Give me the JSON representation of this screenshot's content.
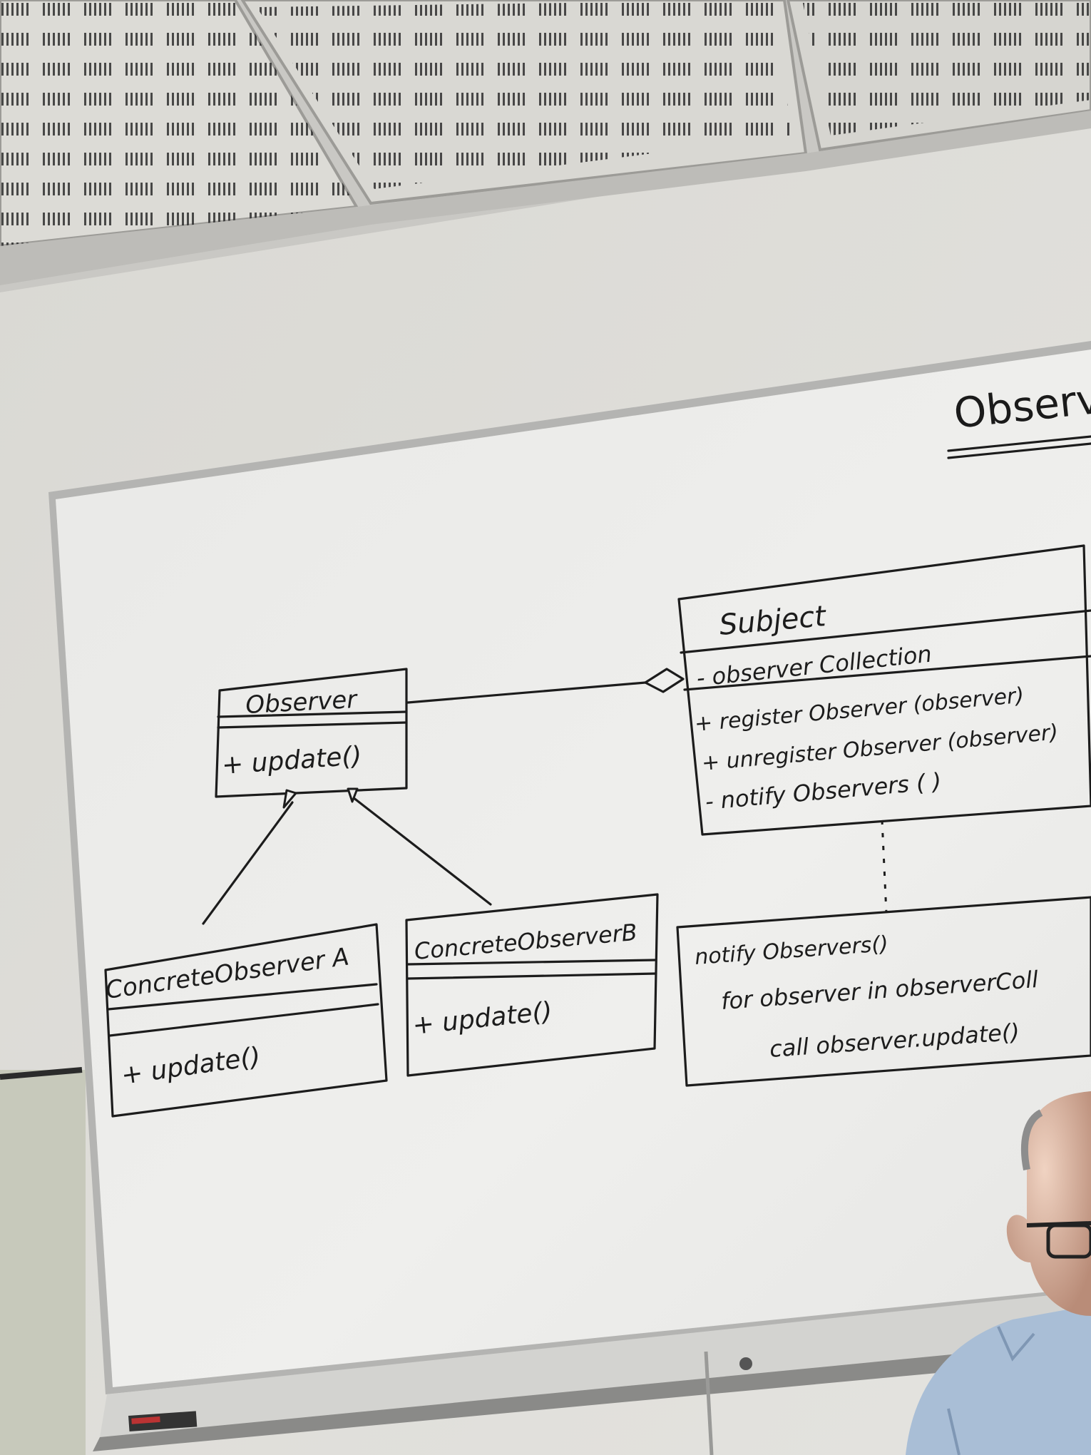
{
  "board": {
    "title": "Observ",
    "observer": {
      "name": "Observer",
      "method": "+ update()"
    },
    "subject": {
      "name": "Subject",
      "attribute": "- observer Collection",
      "methods": [
        "+ register Observer (observer)",
        "+ unregister Observer (observer)",
        "- notify Observers ( )"
      ]
    },
    "concrete_a": {
      "name": "ConcreteObserver A",
      "method": "+ update()"
    },
    "concrete_b": {
      "name": "ConcreteObserverB",
      "method": "+ update()"
    },
    "note": {
      "lines": [
        "notify Observers()",
        "for observer in observerColl",
        "call observer.update()"
      ]
    }
  }
}
